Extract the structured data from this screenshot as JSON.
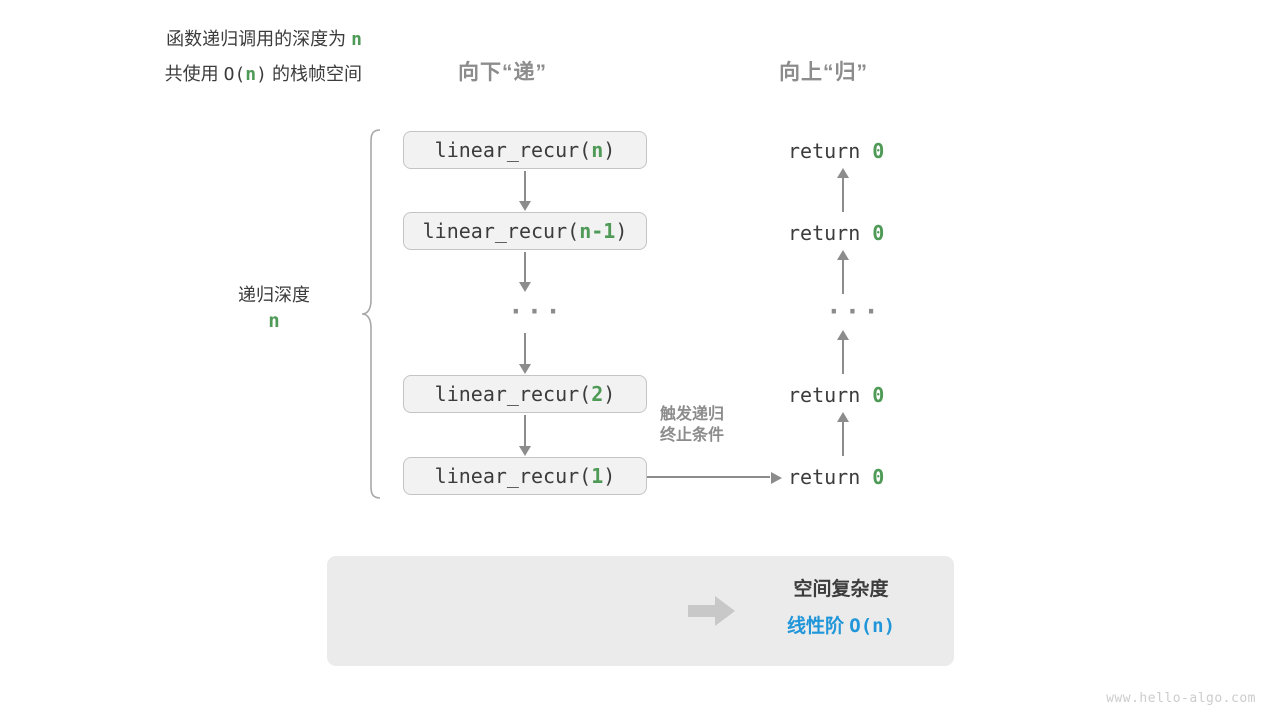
{
  "diagram": {
    "headers": {
      "down": "向下“递”",
      "up": "向上“归”"
    },
    "call_boxes": [
      {
        "prefix": "linear_recur(",
        "param": "n",
        "suffix": ")"
      },
      {
        "prefix": "linear_recur(",
        "param": "n-1",
        "suffix": ")"
      },
      {
        "prefix": "linear_recur(",
        "param": "2",
        "suffix": ")"
      },
      {
        "prefix": "linear_recur(",
        "param": "1",
        "suffix": ")"
      }
    ],
    "returns": [
      {
        "keyword": "return ",
        "value": "0"
      },
      {
        "keyword": "return ",
        "value": "0"
      },
      {
        "keyword": "return ",
        "value": "0"
      },
      {
        "keyword": "return ",
        "value": "0"
      }
    ],
    "ellipsis": "···",
    "depth_label": {
      "text": "递归深度",
      "value": "n"
    },
    "base_case_note": {
      "line1": "触发递归",
      "line2": "终止条件"
    },
    "summary": {
      "left_line1_a": "函数递归调用的深度为 ",
      "left_line1_n": "n",
      "left_line2_a": "共使用 ",
      "left_line2_o": "O(",
      "left_line2_n": "n",
      "left_line2_c": ")",
      "left_line2_b": " 的栈帧空间",
      "right_title": "空间复杂度",
      "right_value_text": "线性阶 ",
      "right_value_mono": "O(n)"
    }
  },
  "watermark": "www.hello-algo.com",
  "colors": {
    "green": "#4e9a56",
    "blue": "#2196d9",
    "gray_arrow": "#8c8c8c",
    "box_fill": "#f2f2f2",
    "panel_fill": "#ebebeb",
    "text": "#3c3c3c"
  }
}
